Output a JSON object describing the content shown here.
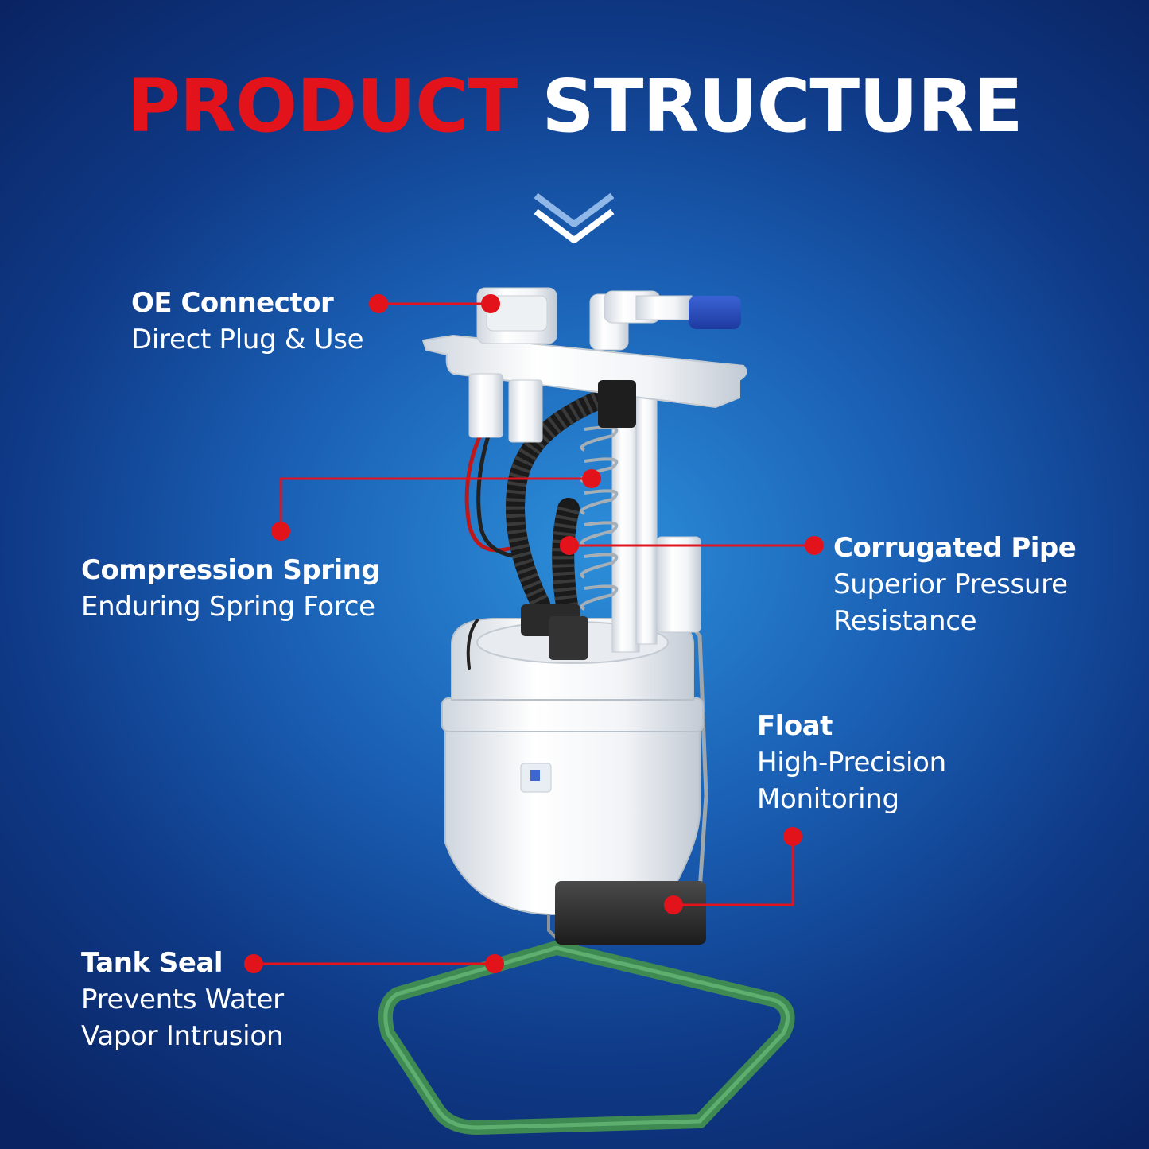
{
  "title": {
    "part1": "PRODUCT",
    "part2": "STRUCTURE"
  },
  "colors": {
    "accent": "#e3131c",
    "background": "#1a5fb4",
    "text": "#ffffff",
    "seal": "#4a9a5a"
  },
  "labels": {
    "oe_connector": {
      "heading": "OE Connector",
      "desc": [
        "Direct Plug & Use"
      ]
    },
    "compression_spring": {
      "heading": "Compression Spring",
      "desc": [
        "Enduring Spring Force"
      ]
    },
    "corrugated_pipe": {
      "heading": "Corrugated Pipe",
      "desc": [
        "Superior Pressure",
        "Resistance"
      ]
    },
    "float": {
      "heading": "Float",
      "desc": [
        "High-Precision",
        "Monitoring"
      ]
    },
    "tank_seal": {
      "heading": "Tank Seal",
      "desc": [
        "Prevents Water",
        "Vapor Intrusion"
      ]
    }
  }
}
